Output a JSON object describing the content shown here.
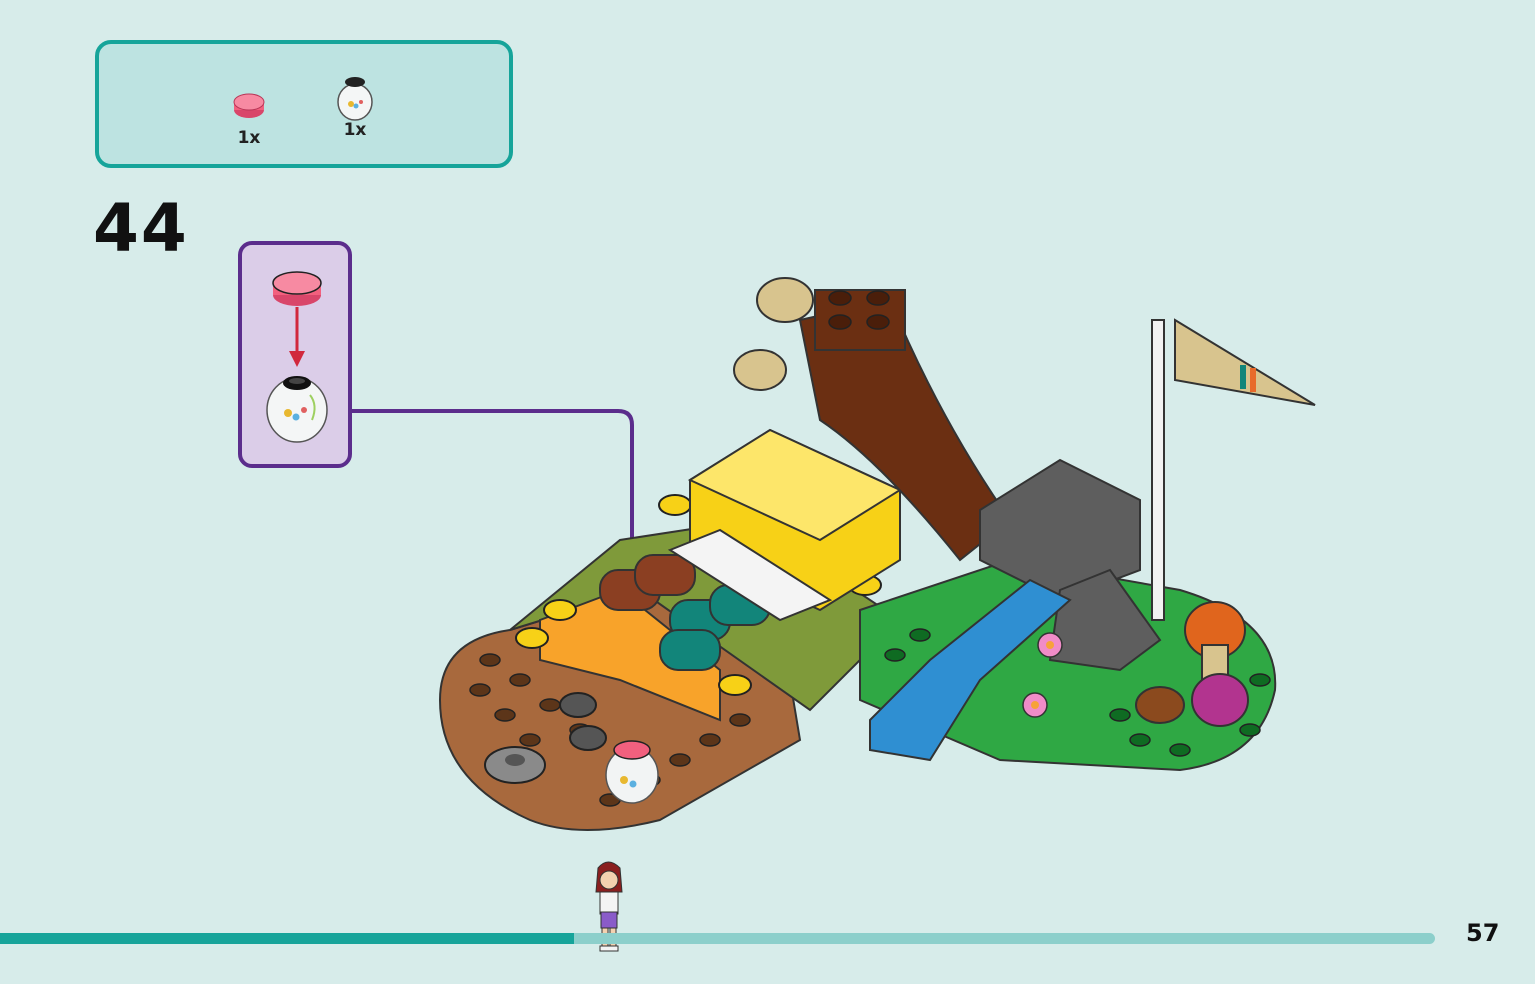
{
  "parts_list": {
    "items": [
      {
        "icon": "pink-round-tile-icon",
        "qty": "1x"
      },
      {
        "icon": "transparent-jar-icon",
        "qty": "1x"
      }
    ]
  },
  "step": {
    "number": "44"
  },
  "progress": {
    "fraction": 0.4
  },
  "page": {
    "number": "57"
  },
  "colors": {
    "accent": "#16a49a",
    "callout_border": "#5b2d8c",
    "tile_pink": "#f2607e",
    "background": "#d7ecea"
  }
}
